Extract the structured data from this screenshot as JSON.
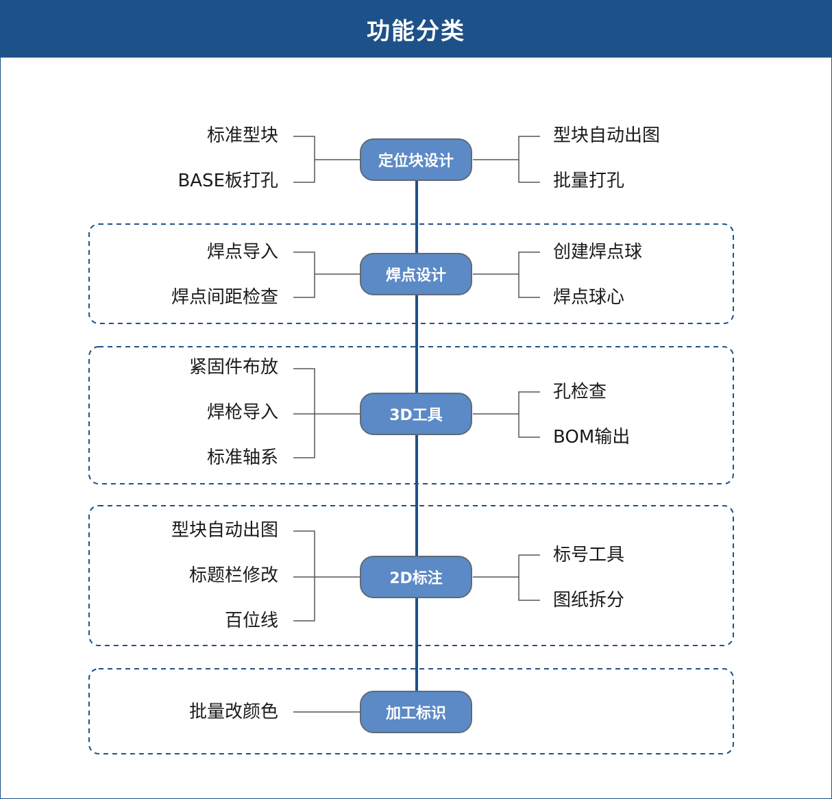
{
  "title": "功能分类",
  "groups": [
    {
      "node": "定位块设计",
      "left": [
        "标准型块",
        "BASE板打孔"
      ],
      "right": [
        "型块自动出图",
        "批量打孔"
      ]
    },
    {
      "node": "焊点设计",
      "left": [
        "焊点导入",
        "焊点间距检查"
      ],
      "right": [
        "创建焊点球",
        "焊点球心"
      ]
    },
    {
      "node": "3D工具",
      "left": [
        "紧固件布放",
        "焊枪导入",
        "标准轴系"
      ],
      "right": [
        "孔检查",
        "BOM输出"
      ]
    },
    {
      "node": "2D标注",
      "left": [
        "型块自动出图",
        "标题栏修改",
        "百位线"
      ],
      "right": [
        "标号工具",
        "图纸拆分"
      ]
    },
    {
      "node": "加工标识",
      "left": [
        "批量改颜色"
      ],
      "right": []
    }
  ],
  "colors": {
    "header": "#1d5189",
    "node_fill": "#5b8ac6",
    "spine": "#1d5189",
    "dashed_box": "#1d5189",
    "connector": "#555555"
  }
}
